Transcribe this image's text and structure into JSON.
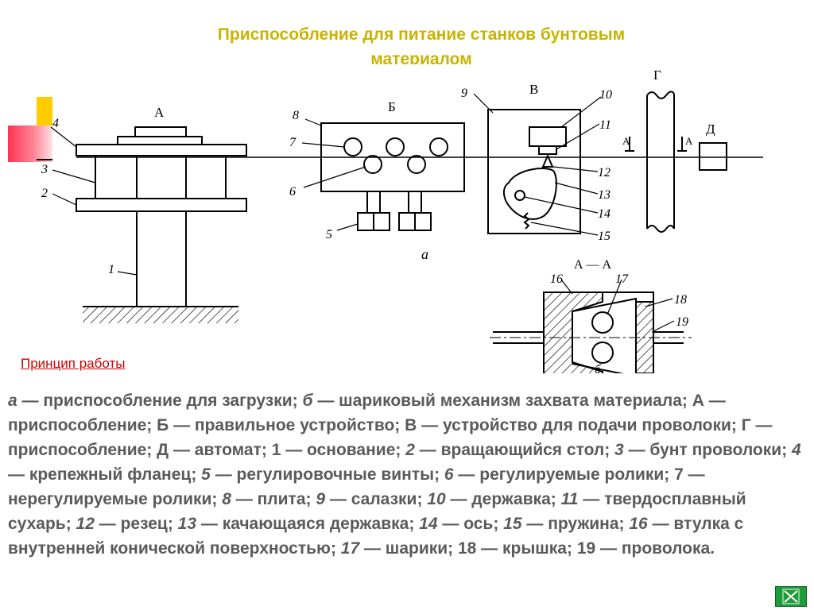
{
  "title": {
    "line1": "Приспособление для питание станков бунтовым",
    "line2": "материалом"
  },
  "principle_label": "Принцип работы",
  "legend_items": [
    {
      "key": "а",
      "text": "приспособление для загрузки;"
    },
    {
      "key": "б",
      "text": "шариковый механизм захвата материала;"
    },
    {
      "key": "А",
      "text": "приспособление;"
    },
    {
      "key": "Б",
      "text": "правильное устройство;"
    },
    {
      "key": "В",
      "text": "устройство для подачи проволоки;"
    },
    {
      "key": "Г",
      "text": "приспособление;"
    },
    {
      "key": "Д",
      "text": "автомат;"
    },
    {
      "key": "1",
      "text": "основание;"
    },
    {
      "key": "2",
      "text": "вращающийся стол;"
    },
    {
      "key": "3",
      "text": "бунт проволоки;"
    },
    {
      "key": "4",
      "text": "крепежный фланец;"
    },
    {
      "key": "5",
      "text": "регулировочные винты;"
    },
    {
      "key": "6",
      "text": "регулируемые ролики;"
    },
    {
      "key": "7",
      "text": "нерегулируемые ролики;"
    },
    {
      "key": "8",
      "text": "плита;"
    },
    {
      "key": "9",
      "text": "салазки;"
    },
    {
      "key": "10",
      "text": "державка;"
    },
    {
      "key": "11",
      "text": "твердосплавный сухарь;"
    },
    {
      "key": "12",
      "text": "резец;"
    },
    {
      "key": "13",
      "text": "качающаяся державка;"
    },
    {
      "key": "14",
      "text": "ось;"
    },
    {
      "key": "15",
      "text": "пружина;"
    },
    {
      "key": "16",
      "text": "втулка с внутренней конической поверхностью;"
    },
    {
      "key": "17",
      "text": "шарики;"
    },
    {
      "key": "18",
      "text": "крышка;"
    },
    {
      "key": "19",
      "text": "проволока."
    }
  ],
  "drawing_labels": {
    "A": "А",
    "B": "Б",
    "V": "В",
    "G": "Г",
    "D": "Д",
    "sub_a": "а",
    "sub_b": "б",
    "section": "А — А",
    "cut": "А",
    "n1": "1",
    "n2": "2",
    "n3": "3",
    "n4": "4",
    "n5": "5",
    "n6": "6",
    "n7": "7",
    "n8": "8",
    "n9": "9",
    "n10": "10",
    "n11": "11",
    "n12": "12",
    "n13": "13",
    "n14": "14",
    "n15": "15",
    "n16": "16",
    "n17": "17",
    "n18": "18",
    "n19": "19"
  },
  "colors": {
    "title": "#c8b400",
    "principle": "#cc0000",
    "legend_text": "#5a5a5a",
    "accent_yellow": "#ffcc00",
    "accent_red": "#ff3355",
    "nav_green": "#1f9c3a"
  },
  "icons": {
    "nav": "return-arrow-icon"
  }
}
